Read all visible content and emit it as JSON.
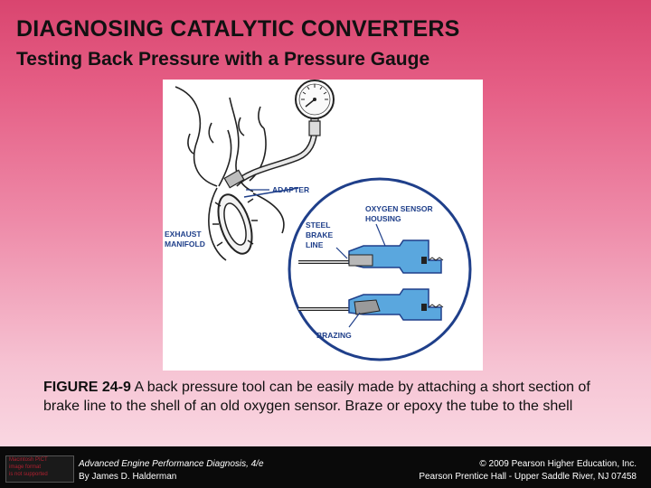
{
  "slide": {
    "title": "DIAGNOSING CATALYTIC CONVERTERS",
    "subtitle": "Testing Back Pressure with a Pressure Gauge"
  },
  "figure": {
    "labels": {
      "adapter": "ADAPTER",
      "exhaust_line1": "EXHAUST",
      "exhaust_line2": "MANIFOLD",
      "oxygen_line1": "OXYGEN SENSOR",
      "oxygen_line2": "HOUSING",
      "steel_line1": "STEEL",
      "steel_line2": "BRAKE",
      "steel_line3": "LINE",
      "brazing": "BRAZING"
    },
    "caption_label": "FIGURE 24-9",
    "caption_text": " A back pressure tool can be easily made by attaching a short section of brake line to the shell of an old oxygen sensor. Braze or epoxy the tube to the shell"
  },
  "footer": {
    "badge_lines": [
      "Macintosh PICT",
      "image format",
      "is not supported"
    ],
    "book_title": "Advanced Engine Performance Diagnosis, 4/e",
    "author": "By James D. Halderman",
    "copyright": "© 2009 Pearson Higher Education, Inc.",
    "publisher": "Pearson Prentice Hall - Upper Saddle River, NJ 07458"
  },
  "colors": {
    "background_top": "#d9456f",
    "background_bottom": "#fbe1e9",
    "footer": "#0a0a0a",
    "diagram_blue": "#1f3f8a",
    "sensor_fill": "#5aa7de"
  }
}
